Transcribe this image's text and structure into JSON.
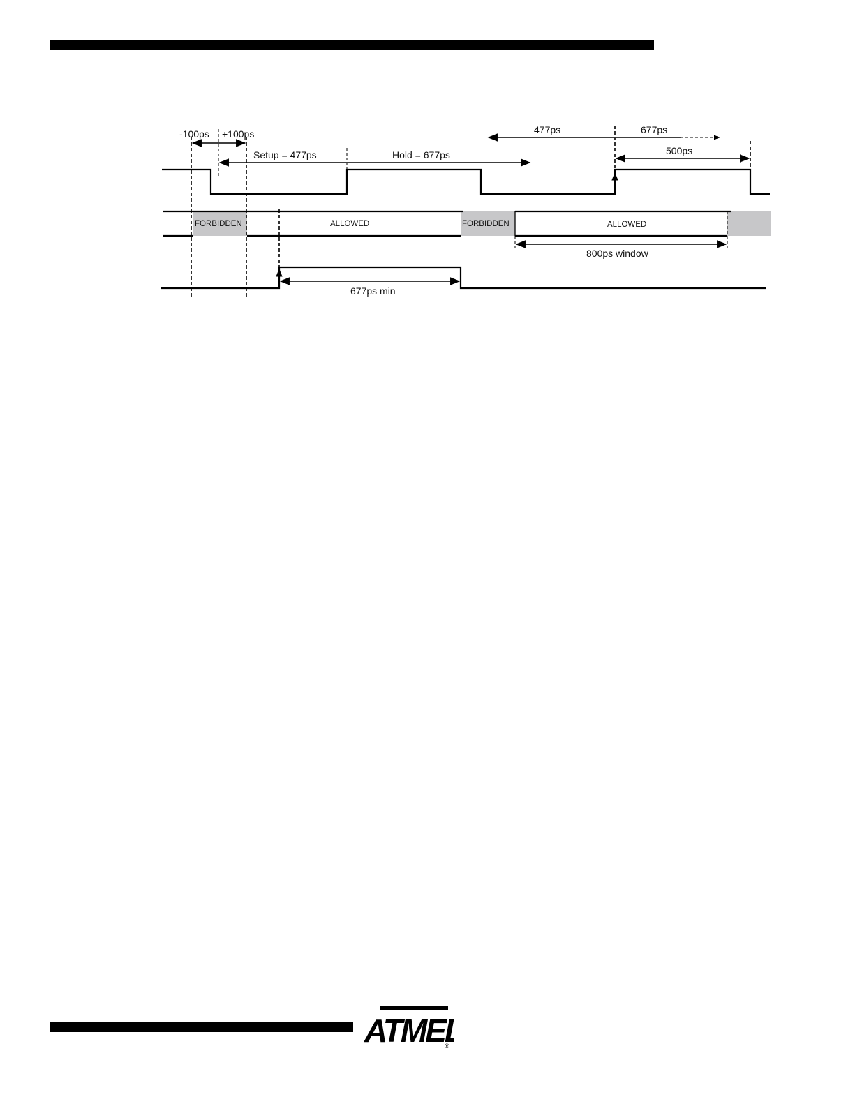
{
  "diagram": {
    "labels": {
      "minus_100": "-100ps",
      "plus_100": "+100ps",
      "setup": "Setup = 477ps",
      "hold": "Hold = 677ps",
      "setup_right": "477ps",
      "hold_right": "677ps",
      "period_500": "500ps",
      "forbidden_1": "FORBIDDEN",
      "allowed_1": "ALLOWED",
      "forbidden_2": "FORBIDDEN",
      "allowed_2": "ALLOWED",
      "window_800": "800ps window",
      "min_677": "677ps min"
    }
  },
  "footer": {
    "logo_text": "ATMEL",
    "registered_mark": "®"
  }
}
